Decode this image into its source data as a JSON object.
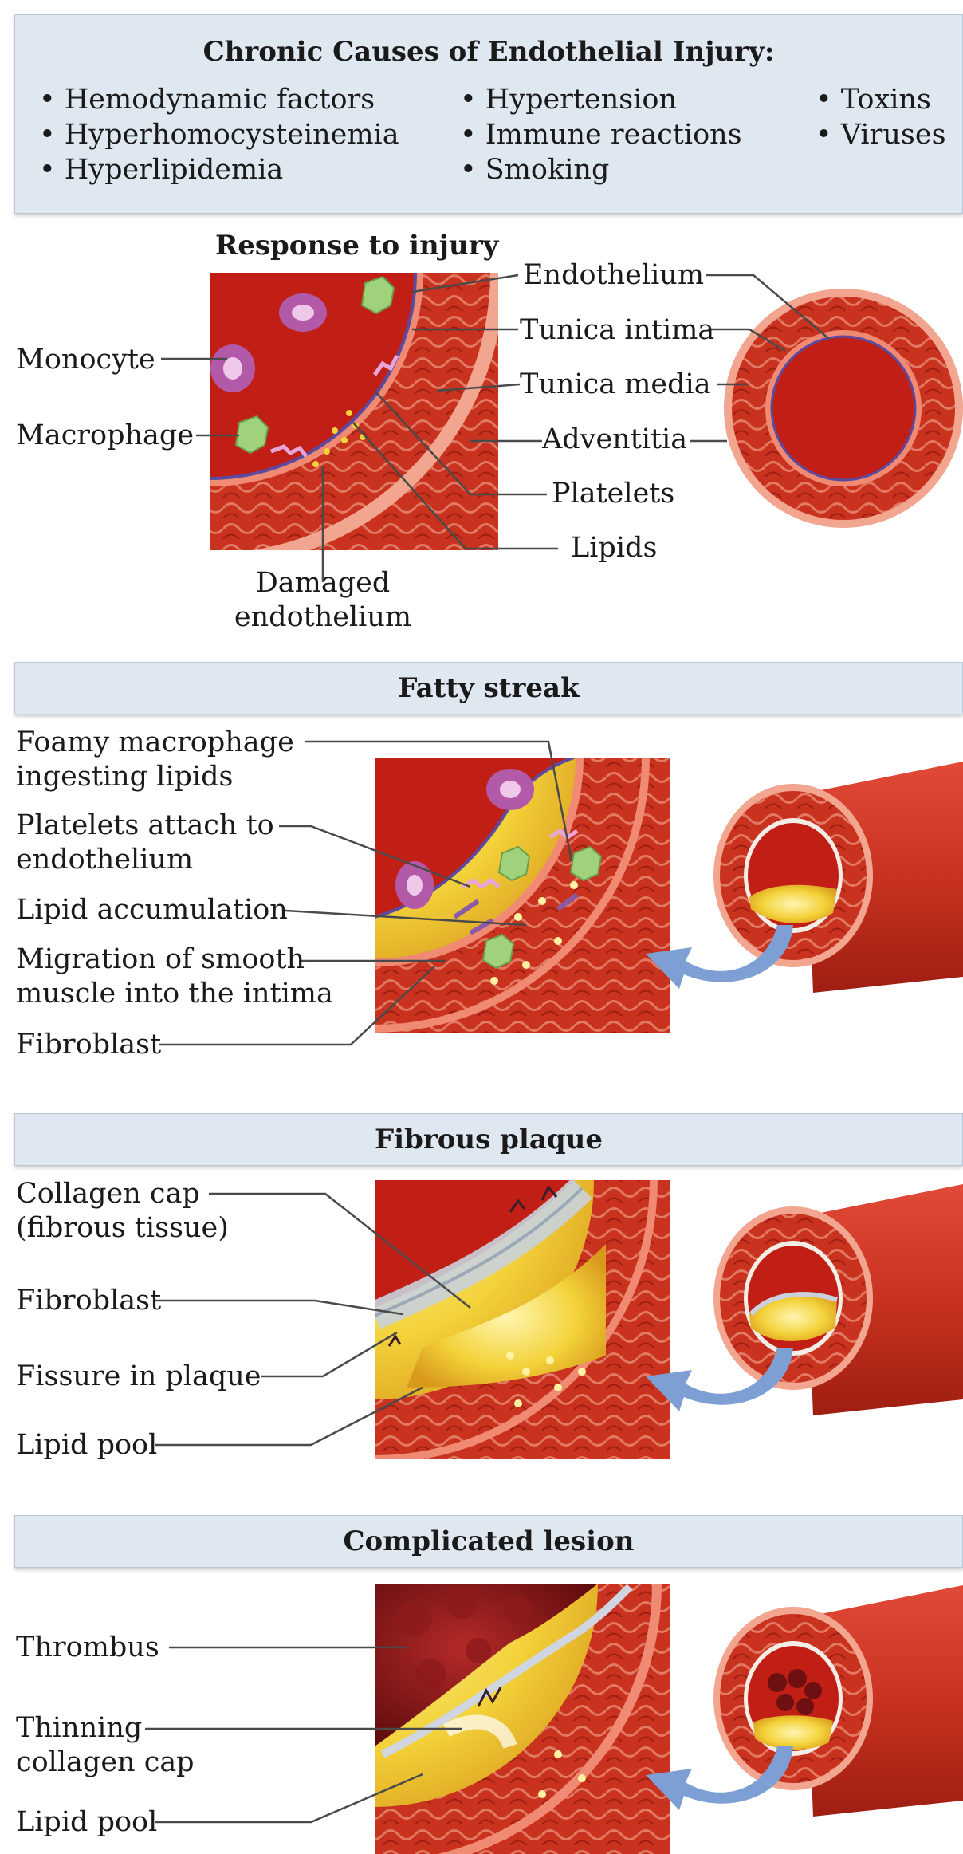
{
  "causes": {
    "title": "Chronic Causes of Endothelial Injury:",
    "col1": [
      "• Hemodynamic factors",
      "• Hyperhomocysteinemia",
      "• Hyperlipidemia"
    ],
    "col2": [
      "• Hypertension",
      "• Immune reactions",
      "• Smoking"
    ],
    "col3": [
      "• Toxins",
      "• Viruses"
    ]
  },
  "response": {
    "title": "Response to injury",
    "monocyte": "Monocyte",
    "macrophage": "Macrophage",
    "endothelium": "Endothelium",
    "tunica_intima": "Tunica intima",
    "tunica_media": "Tunica media",
    "adventitia": "Adventitia",
    "platelets": "Platelets",
    "lipids": "Lipids",
    "damaged_1": "Damaged",
    "damaged_2": "endothelium"
  },
  "fatty": {
    "title": "Fatty streak",
    "foamy_1": "Foamy macrophage",
    "foamy_2": "ingesting lipids",
    "platelets_1": "Platelets attach to",
    "platelets_2": "endothelium",
    "lipid_acc": "Lipid accumulation",
    "migration_1": "Migration of smooth",
    "migration_2": "muscle into the intima",
    "fibroblast": "Fibroblast"
  },
  "fibrous": {
    "title": "Fibrous plaque",
    "collagen_1": "Collagen cap",
    "collagen_2": "(fibrous tissue)",
    "fibroblast": "Fibroblast",
    "fissure": "Fissure in plaque",
    "lipid_pool": "Lipid pool"
  },
  "complicated": {
    "title": "Complicated lesion",
    "thrombus": "Thrombus",
    "thinning_1": "Thinning",
    "thinning_2": "collagen cap",
    "lipid_pool": "Lipid pool"
  },
  "colors": {
    "band": "#dfe7f1",
    "vessel_red": "#c8321f",
    "lumen_red": "#c11f16",
    "wall_pink": "#e98f78",
    "lipid_yellow": "#f3d23a",
    "arrow_blue": "#7d9fd4",
    "monocyte_purple": "#b25aa8",
    "macrophage_green": "#9fd27a",
    "endothelium_purple": "#5a4aa0"
  }
}
